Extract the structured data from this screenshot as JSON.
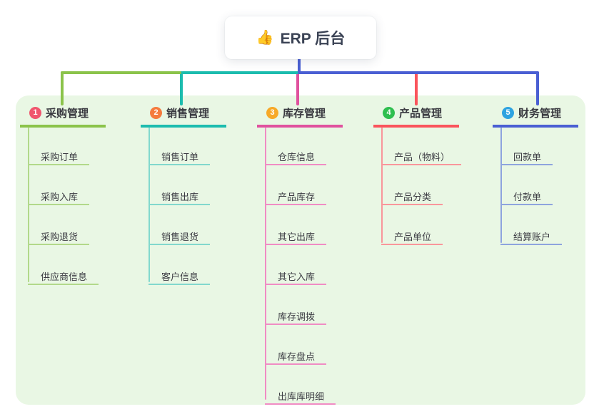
{
  "root": {
    "icon": "👍",
    "title": "ERP 后台"
  },
  "panel_color": "#e9f7e4",
  "stem_color": "#4a5fd3",
  "text_color": "#3c3c43",
  "branches": [
    {
      "badge": "1",
      "badge_color": "#f0566e",
      "color": "#8bc34a",
      "light_color": "#b2d98a",
      "label": "采购管理",
      "children": [
        "采购订单",
        "采购入库",
        "采购退货",
        "供应商信息"
      ]
    },
    {
      "badge": "2",
      "badge_color": "#f57b3d",
      "color": "#1cbcae",
      "light_color": "#82d8cd",
      "label": "销售管理",
      "children": [
        "销售订单",
        "销售出库",
        "销售退货",
        "客户信息"
      ]
    },
    {
      "badge": "3",
      "badge_color": "#f7a928",
      "color": "#e0519e",
      "light_color": "#f08cc4",
      "label": "库存管理",
      "children": [
        "仓库信息",
        "产品库存",
        "其它出库",
        "其它入库",
        "库存调拨",
        "库存盘点",
        "出库库明细"
      ]
    },
    {
      "badge": "4",
      "badge_color": "#2fbf4f",
      "color": "#fa545c",
      "light_color": "#f9969b",
      "label": "产品管理",
      "children": [
        "产品（物料）",
        "产品分类",
        "产品单位"
      ]
    },
    {
      "badge": "5",
      "badge_color": "#2ea3e0",
      "color": "#4a5fd3",
      "light_color": "#8ea4de",
      "label": "财务管理",
      "children": [
        "回款单",
        "付款单",
        "结算账户"
      ]
    }
  ]
}
